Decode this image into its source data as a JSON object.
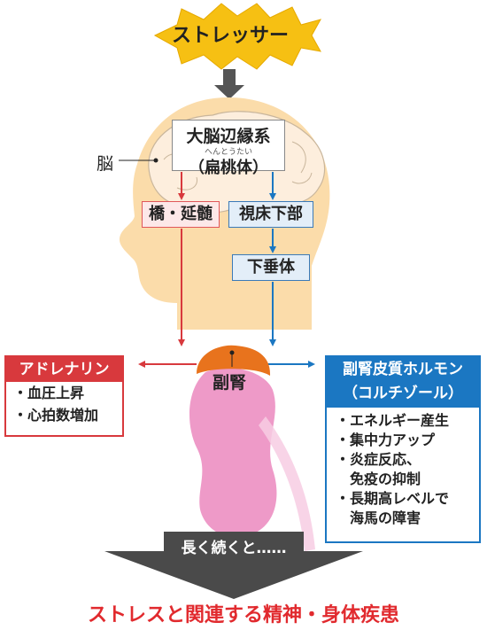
{
  "stressor": "ストレッサー",
  "brain": {
    "label": "脳",
    "limbic_system": "大脳辺縁系",
    "amygdala_ruby": "へんとうたい",
    "amygdala": "（扁桃体）",
    "pons_medulla": "橋・延髄",
    "hypothalamus": "視床下部",
    "pituitary": "下垂体"
  },
  "adrenal": {
    "label": "副腎"
  },
  "adrenaline": {
    "title": "アドレナリン",
    "effects": [
      "・血圧上昇",
      "・心拍数増加"
    ]
  },
  "cortical_hormone": {
    "title_line1": "副腎皮質ホルモン",
    "title_line2": "（コルチゾール）",
    "effects": [
      "・エネルギー産生",
      "・集中力アップ",
      "・炎症反応、",
      "　免疫の抑制",
      "・長期高レベルで",
      "　海馬の障害"
    ]
  },
  "long_term": "長く続くと……",
  "outcome": "ストレスと関連する精神・身体疾患",
  "colors": {
    "sun": "#f6c013",
    "skin": "#fbdcaa",
    "red": "#d8393d",
    "blue": "#1b77c2",
    "adrenal_cap": "#e8731d",
    "kidney": "#ee9ac8",
    "arrow_gray": "#555555",
    "outcome_text": "#e12a2e"
  }
}
